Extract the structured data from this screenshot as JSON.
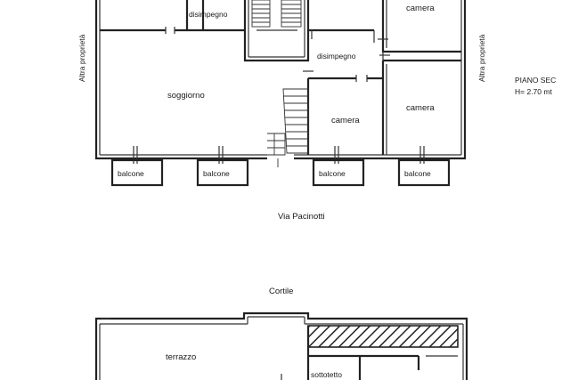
{
  "floor_upper": {
    "rooms": {
      "disimpegno_top": "disimpegno",
      "camera_top_right": "camera",
      "disimpegno_mid": "disimpegno",
      "soggiorno": "soggiorno",
      "camera_center": "camera",
      "camera_right": "camera"
    },
    "balconies": [
      "balcone",
      "balcone",
      "balcone",
      "balcone"
    ],
    "side_label_left": "Altra proprietà",
    "side_label_right": "Altra proprietà",
    "street": "Via Pacinotti"
  },
  "floor_info": {
    "name": "PIANO SEC",
    "height": "H= 2.70 mt"
  },
  "floor_lower": {
    "courtyard": "Cortile",
    "rooms": {
      "terrazzo": "terrazzo",
      "sottotetto": "sottotetto"
    }
  }
}
